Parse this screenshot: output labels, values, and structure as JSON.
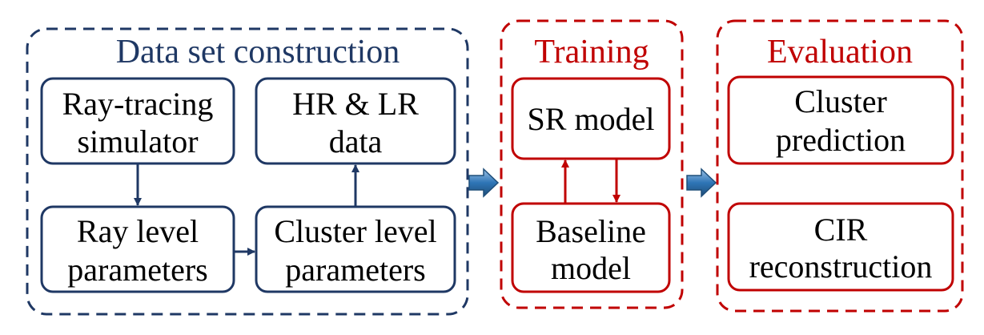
{
  "colors": {
    "navy": "#1F3864",
    "red": "#C00000",
    "arrow_blue": "#2E75B6",
    "arrow_light": "#9DC3E6"
  },
  "groups": {
    "dataset": {
      "title": "Data set construction"
    },
    "training": {
      "title": "Training"
    },
    "evaluation": {
      "title": "Evaluation"
    }
  },
  "boxes": {
    "ray_tracing": {
      "line1": "Ray-tracing",
      "line2": "simulator"
    },
    "hr_lr": {
      "line1": "HR & LR",
      "line2": "data"
    },
    "ray_level": {
      "line1": "Ray level",
      "line2": "parameters"
    },
    "cluster_level": {
      "line1": "Cluster level",
      "line2": "parameters"
    },
    "sr_model": {
      "line1": "SR model"
    },
    "baseline": {
      "line1": "Baseline",
      "line2": "model"
    },
    "cluster_prediction": {
      "line1": "Cluster",
      "line2": "prediction"
    },
    "cir": {
      "line1": "CIR",
      "line2": "reconstruction"
    }
  },
  "icons": {
    "stage_arrow": "right-block-arrow-icon"
  }
}
